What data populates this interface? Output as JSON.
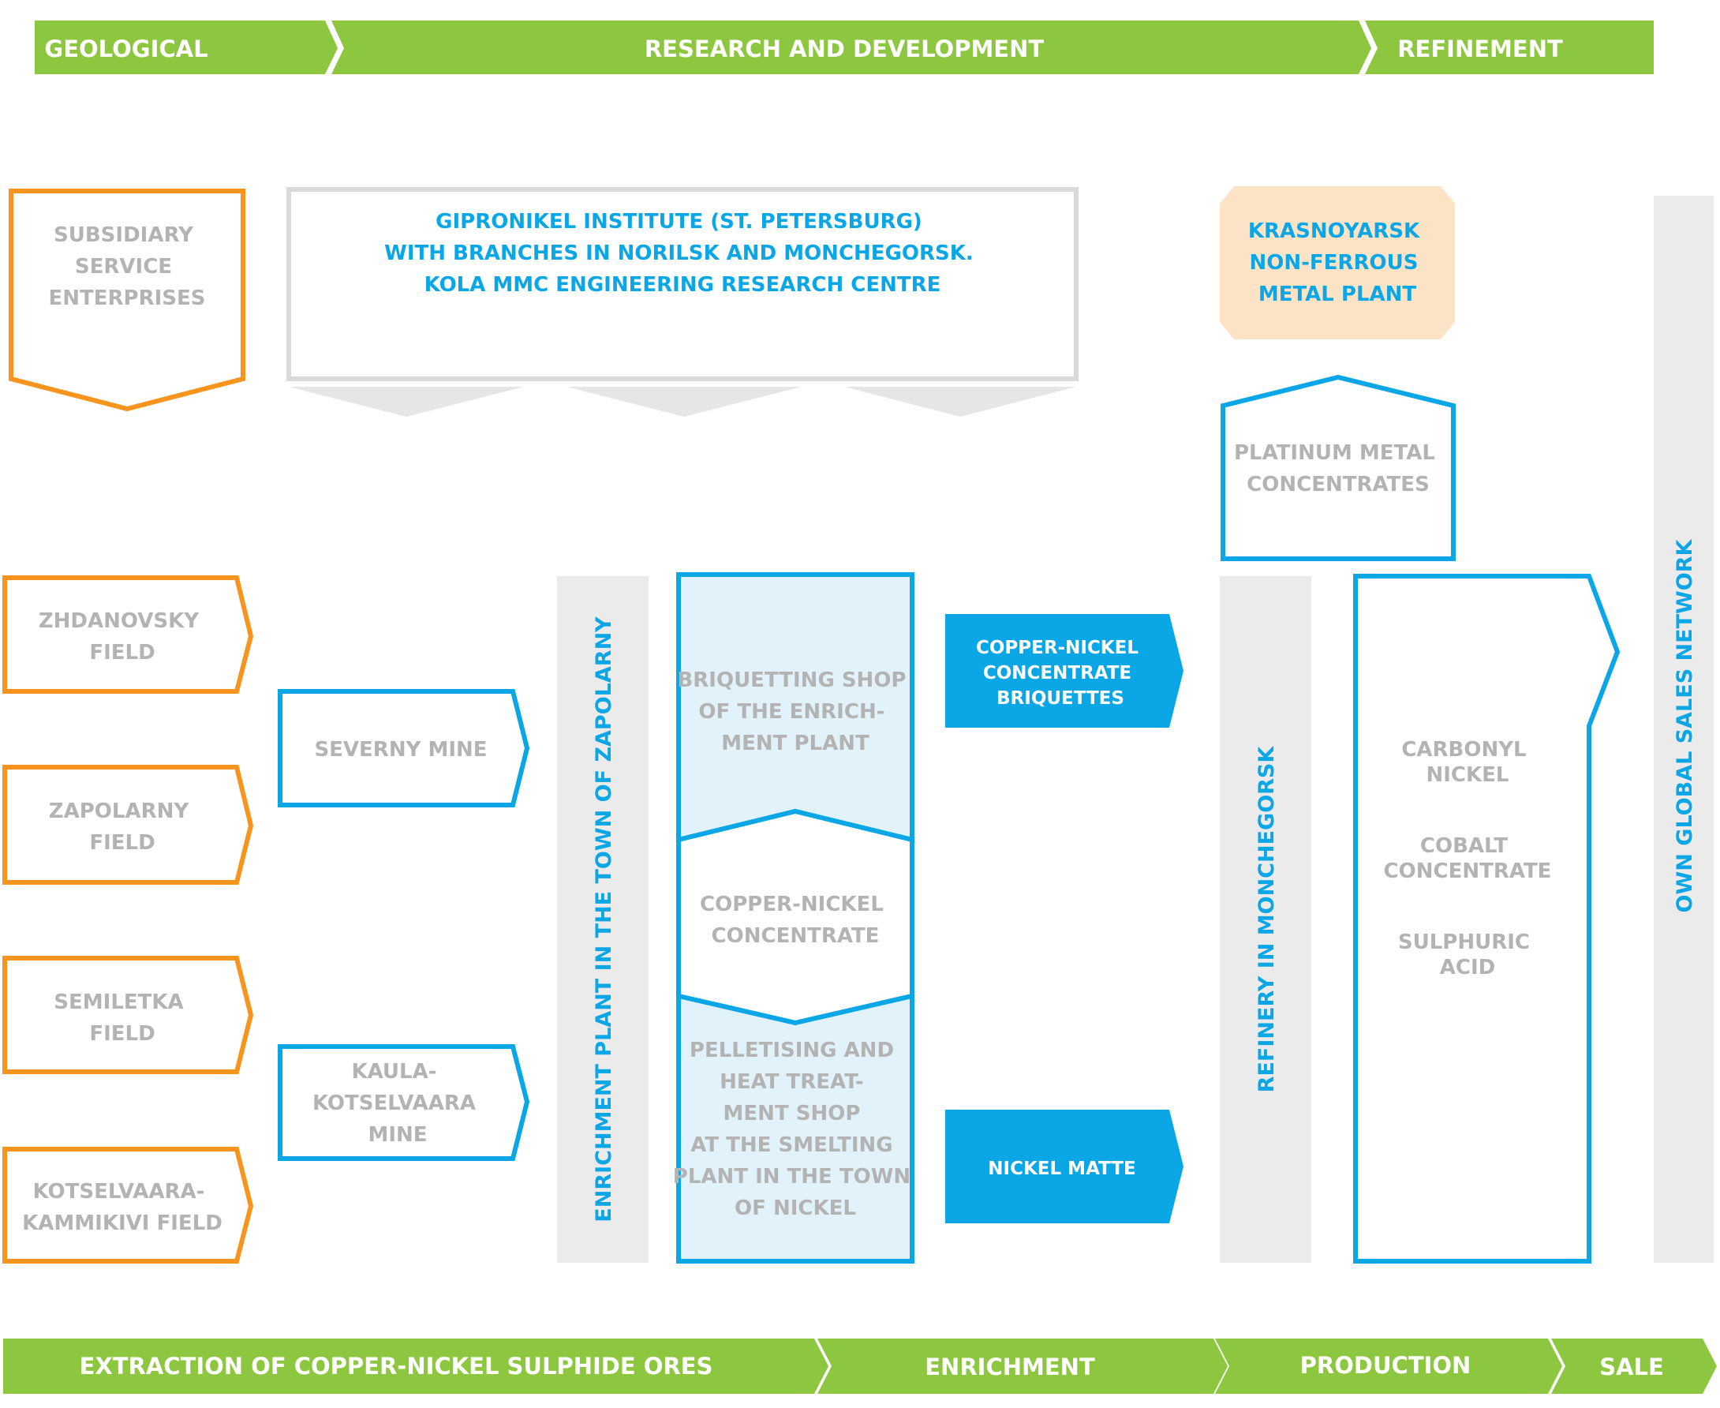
{
  "top_stages": {
    "geological": "GEOLOGICAL",
    "research": "RESEARCH AND DEVELOPMENT",
    "refinement": "REFINEMENT"
  },
  "bottom_stages": {
    "extraction": "EXTRACTION OF COPPER-NICKEL SULPHIDE ORES",
    "enrichment": "ENRICHMENT",
    "production": "PRODUCTION",
    "sale": "SALE"
  },
  "subsidiary": [
    "SUBSIDIARY",
    "SERVICE",
    "ENTERPRISES"
  ],
  "gipronikel": [
    "GIPRONIKEL INSTITUTE (ST. PETERSBURG)",
    "WITH BRANCHES IN NORILSK AND MONCHEGORSK.",
    "KOLA MMC ENGINEERING RESEARCH CENTRE"
  ],
  "krasnoyarsk": [
    "KRASNOYARSK",
    "NON-FERROUS",
    "METAL PLANT"
  ],
  "platinum": [
    "PLATINUM METAL",
    "CONCENTRATES"
  ],
  "fields": {
    "zhdanovsky": [
      "ZHDANOVSKY",
      "FIELD"
    ],
    "zapolarny": [
      "ZAPOLARNY",
      "FIELD"
    ],
    "semiletka": [
      "SEMILETKA",
      "FIELD"
    ],
    "kotselvaara": [
      "KOTSELVAARA-",
      "KAMMIKIVI FIELD"
    ]
  },
  "mines": {
    "severny": [
      "SEVERNY MINE"
    ],
    "kaula": [
      "KAULA-",
      "KOTSELVAARA",
      "MINE"
    ]
  },
  "enrichment_plant": "ENRICHMENT PLANT IN THE TOWN OF ZAPOLARNY",
  "briquetting": [
    "BRIQUETTING SHOP",
    "OF THE ENRICH-",
    "MENT PLANT"
  ],
  "concentrate": [
    "COPPER-NICKEL",
    "CONCENTRATE"
  ],
  "pelletising": [
    "PELLETISING AND",
    "HEAT TREAT-",
    "MENT SHOP",
    "AT THE SMELTING",
    "PLANT IN THE TOWN",
    "OF NICKEL"
  ],
  "briquettes_arrow": [
    "COPPER-NICKEL",
    "CONCENTRATE",
    "BRIQUETTES"
  ],
  "matte_arrow": [
    "NICKEL MATTE"
  ],
  "refinery": "REFINERY IN MONCHEGORSK",
  "products": {
    "carbonyl": [
      "CARBONYL",
      "NICKEL"
    ],
    "cobalt": [
      "COBALT",
      "CONCENTRATE"
    ],
    "sulphuric": [
      "SULPHURIC",
      "ACID"
    ]
  },
  "sales_network": "OWN GLOBAL SALES NETWORK",
  "colors": {
    "green": "#8dc63f",
    "orange": "#f7941d",
    "blue": "#0aa6e6",
    "light_blue_fill": "#e1f2fb",
    "gray_bar": "#ebebeb",
    "gray_text": "#b3b3b3",
    "peach": "#fde3c6"
  }
}
